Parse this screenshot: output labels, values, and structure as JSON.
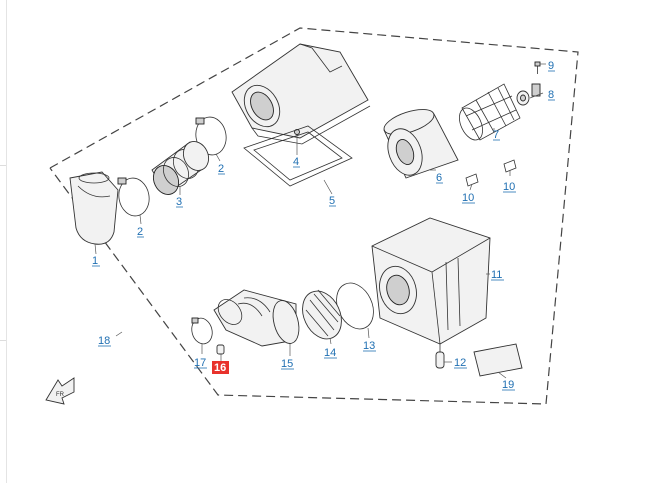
{
  "diagram": {
    "callouts": [
      {
        "id": "c1",
        "label": "1"
      },
      {
        "id": "c2a",
        "label": "2"
      },
      {
        "id": "c2b",
        "label": "2"
      },
      {
        "id": "c3",
        "label": "3"
      },
      {
        "id": "c4",
        "label": "4"
      },
      {
        "id": "c5",
        "label": "5"
      },
      {
        "id": "c6",
        "label": "6"
      },
      {
        "id": "c7",
        "label": "7"
      },
      {
        "id": "c8",
        "label": "8"
      },
      {
        "id": "c9",
        "label": "9"
      },
      {
        "id": "c10a",
        "label": "10"
      },
      {
        "id": "c10b",
        "label": "10"
      },
      {
        "id": "c11",
        "label": "11"
      },
      {
        "id": "c12",
        "label": "12"
      },
      {
        "id": "c13",
        "label": "13"
      },
      {
        "id": "c14",
        "label": "14"
      },
      {
        "id": "c15",
        "label": "15"
      },
      {
        "id": "c16",
        "label": "16"
      },
      {
        "id": "c17",
        "label": "17"
      },
      {
        "id": "c18",
        "label": "18"
      },
      {
        "id": "c19",
        "label": "19"
      }
    ],
    "highlighted_part": "16",
    "colors": {
      "callout": "#1f6fb2",
      "highlight": "#e8322c",
      "line": "#333333"
    },
    "icons": {
      "orientation": "front-direction-arrow-icon"
    }
  }
}
